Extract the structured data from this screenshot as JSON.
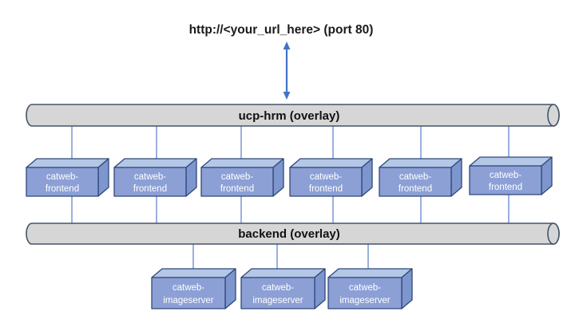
{
  "title": {
    "text": "http://<your_url_here> (port 80)"
  },
  "networks": {
    "ucp_hrm": {
      "label": "ucp-hrm (overlay)"
    },
    "backend": {
      "label": "backend (overlay)"
    }
  },
  "frontend_nodes": [
    {
      "line1": "catweb-",
      "line2": "frontend"
    },
    {
      "line1": "catweb-",
      "line2": "frontend"
    },
    {
      "line1": "catweb-",
      "line2": "frontend"
    },
    {
      "line1": "catweb-",
      "line2": "frontend"
    },
    {
      "line1": "catweb-",
      "line2": "frontend"
    },
    {
      "line1": "catweb-",
      "line2": "frontend"
    }
  ],
  "imageserver_nodes": [
    {
      "line1": "catweb-",
      "line2": "imageserver"
    },
    {
      "line1": "catweb-",
      "line2": "imageserver"
    },
    {
      "line1": "catweb-",
      "line2": "imageserver"
    }
  ],
  "colors": {
    "arrow": "#4472C4",
    "connector": "#6E8FD2",
    "cylinder_fill": "#D6D6D6",
    "cylinder_stroke": "#44546A",
    "network_text": "#111111",
    "node_front": "#8CA0D6",
    "node_top": "#B4C7E7",
    "node_side": "#7D96CE",
    "node_stroke": "#2F4878",
    "node_text": "#FFFFFF",
    "title_text": "#1A1A1A"
  }
}
